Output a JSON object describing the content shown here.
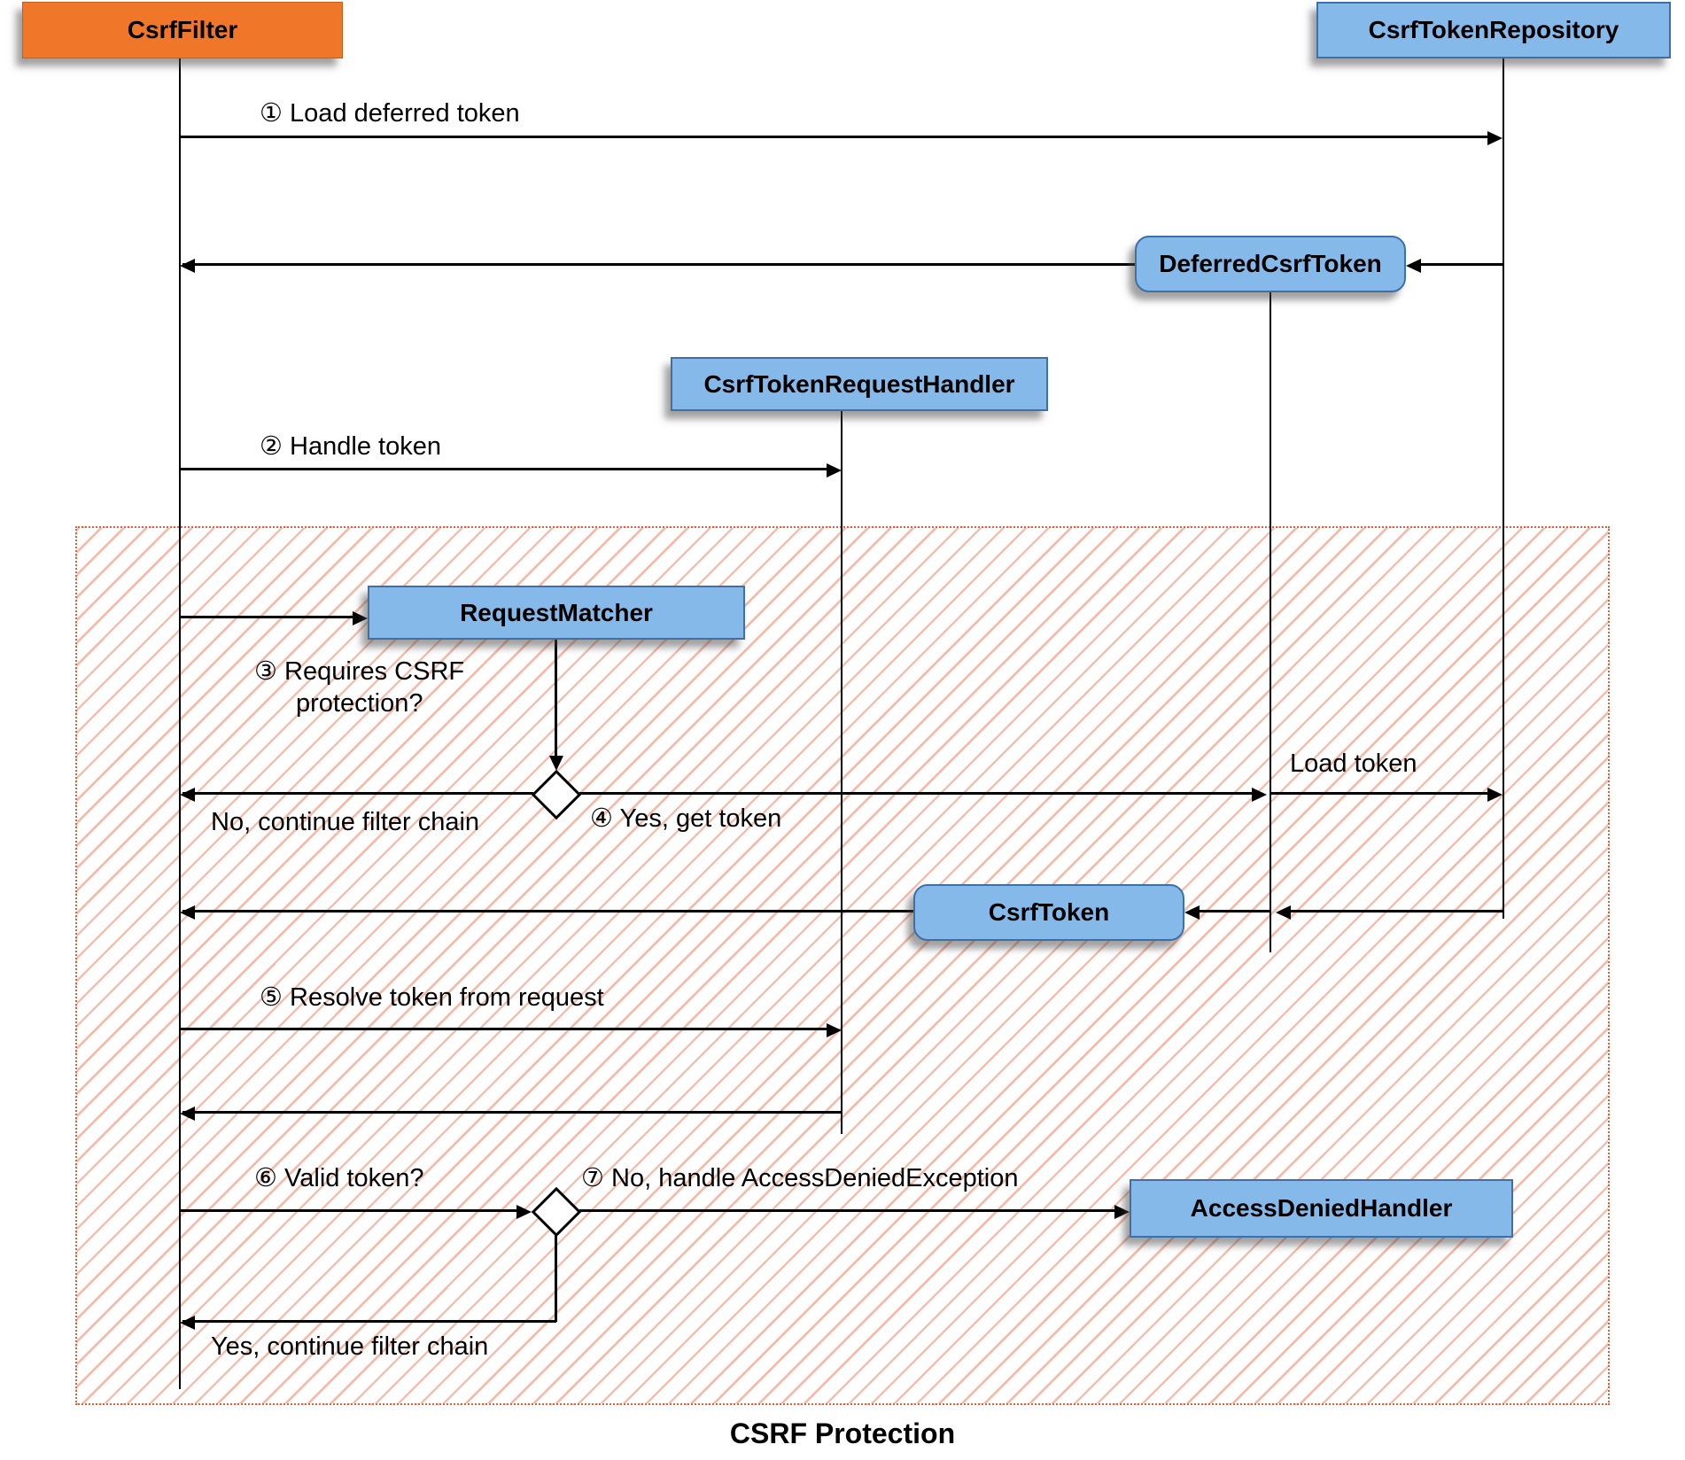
{
  "title": "CSRF Protection",
  "nodes": {
    "csrfFilter": "CsrfFilter",
    "csrfTokenRepository": "CsrfTokenRepository",
    "deferredCsrfToken": "DeferredCsrfToken",
    "csrfTokenRequestHandler": "CsrfTokenRequestHandler",
    "requestMatcher": "RequestMatcher",
    "csrfToken": "CsrfToken",
    "accessDeniedHandler": "AccessDeniedHandler"
  },
  "messages": {
    "loadDeferredToken": "① Load deferred token",
    "handleToken": "② Handle token",
    "requiresCsrfLine1": "③ Requires CSRF",
    "requiresCsrfLine2": "protection?",
    "noContinueFilterChain": "No, continue filter chain",
    "yesGetToken": "④ Yes, get token",
    "loadToken": "Load token",
    "resolveToken": "⑤ Resolve token from request",
    "validToken": "⑥ Valid token?",
    "noHandleAccessDenied": "⑦ No, handle AccessDeniedException",
    "yesContinueFilterChain": "Yes, continue filter chain"
  },
  "colors": {
    "node_orange": "#F0772A",
    "node_blue": "#85B9EA",
    "node_border_blue": "#3D6FA8",
    "hatch_border": "#E05F3A",
    "arrow": "#000000"
  }
}
